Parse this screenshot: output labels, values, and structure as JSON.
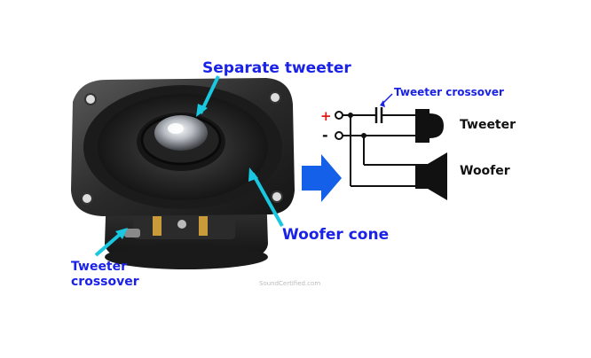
{
  "labels": {
    "separate_tweeter": "Separate tweeter",
    "woofer_cone": "Woofer cone",
    "tweeter_crossover_line1": "Tweeter",
    "tweeter_crossover_line2": "crossover",
    "watermark": "SoundCertified.com"
  },
  "schematic": {
    "plus": "+",
    "minus": "-",
    "crossover_label": "Tweeter crossover",
    "tweeter": "Tweeter",
    "woofer": "Woofer"
  },
  "colors": {
    "label_blue": "#1a22e8",
    "pointer_cyan": "#19c8e0",
    "arrow_blue": "#1460e8",
    "plus_red": "#e01818",
    "ink": "#111111"
  }
}
